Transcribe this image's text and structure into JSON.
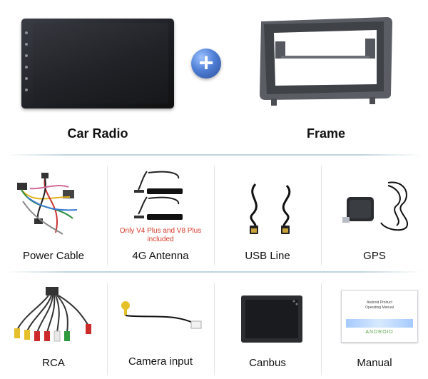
{
  "top": {
    "left_label": "Car Radio",
    "plus_symbol": "+",
    "right_label": "Frame"
  },
  "grid": {
    "row1": [
      {
        "label": "Power Cable"
      },
      {
        "label": "4G Antenna",
        "note": "Only V4 Plus and V8 Plus included"
      },
      {
        "label": "USB Line"
      },
      {
        "label": "GPS"
      }
    ],
    "row2": [
      {
        "label": "RCA"
      },
      {
        "label": "Camera input"
      },
      {
        "label": "Canbus"
      },
      {
        "label": "Manual"
      }
    ]
  },
  "manual_cover": {
    "title_line1": "Android Product",
    "title_line2": "Operating Manual",
    "brand": "ANDROID"
  },
  "colors": {
    "accent_plus": "#4f7fd6",
    "note_red": "#d43b2a",
    "divider": "#bfd4dc"
  }
}
